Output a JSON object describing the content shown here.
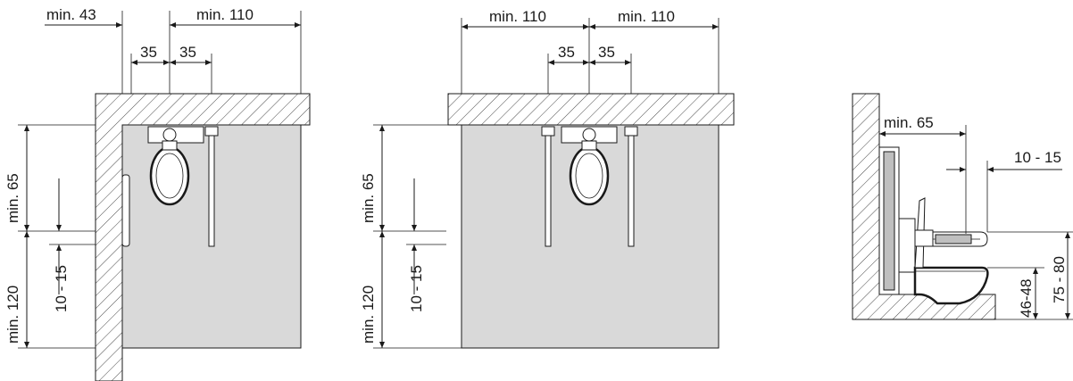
{
  "left_view": {
    "dims": {
      "min43": "min. 43",
      "min110": "min. 110",
      "a35": "35",
      "b35": "35",
      "min65": "min. 65",
      "min120": "min. 120",
      "gap": "10 - 15"
    }
  },
  "middle_view": {
    "dims": {
      "min110a": "min. 110",
      "min110b": "min. 110",
      "a35": "35",
      "b35": "35",
      "min65": "min. 65",
      "min120": "min. 120",
      "gap": "10 - 15"
    }
  },
  "side_view": {
    "dims": {
      "min65": "min. 65",
      "gap": "10 - 15",
      "seat": "46-48",
      "rail": "75 - 80"
    }
  },
  "colors": {
    "floor_area": "#d9d9d9",
    "lines": "#1a1a1a"
  }
}
